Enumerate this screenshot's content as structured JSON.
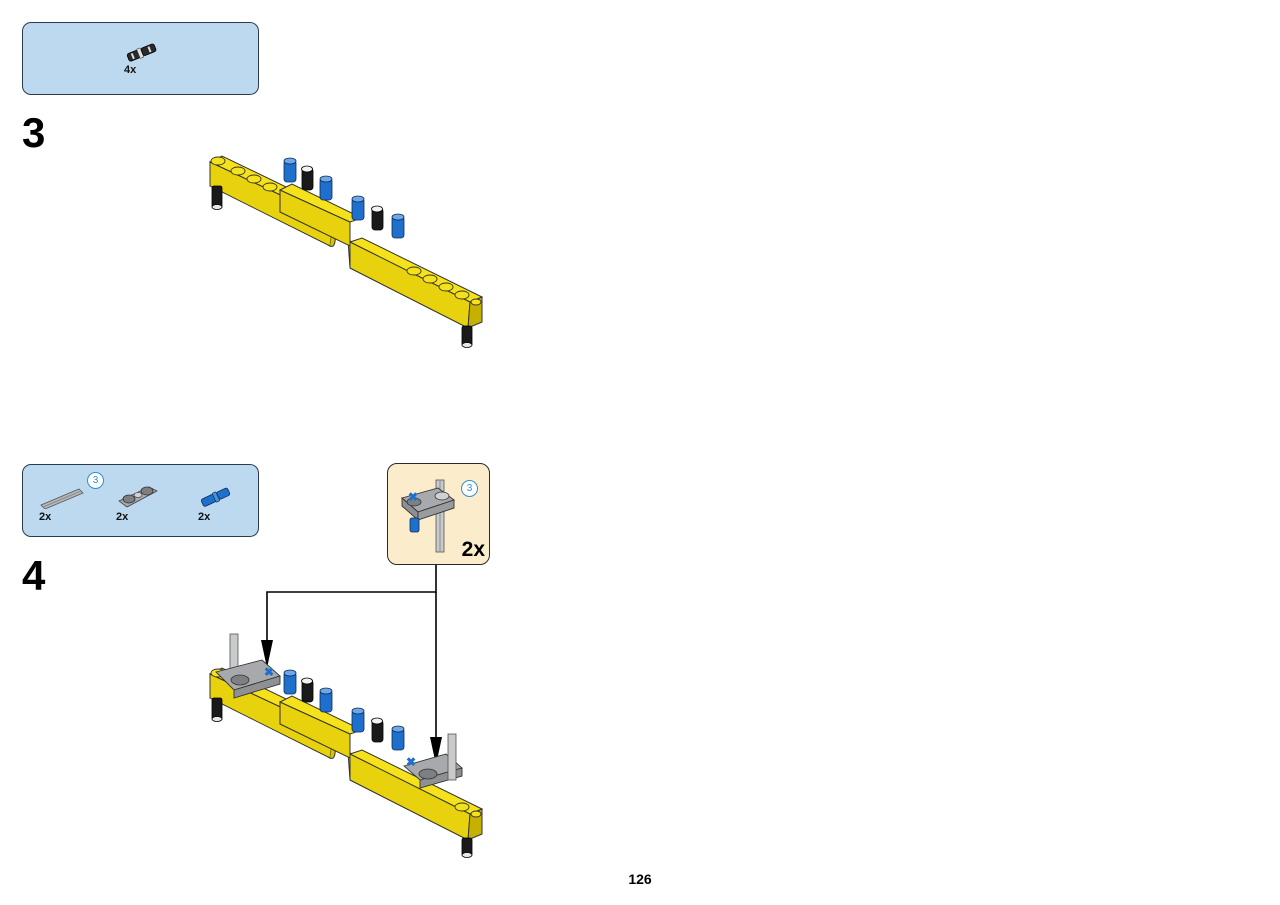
{
  "step3": {
    "number": "3",
    "parts": [
      {
        "icon": "black-pin-icon",
        "quantity": "4x"
      }
    ]
  },
  "step4": {
    "number": "4",
    "parts": [
      {
        "icon": "gray-axle-icon",
        "quantity": "2x",
        "length_badge": "3"
      },
      {
        "icon": "gray-double-connector-icon",
        "quantity": "2x"
      },
      {
        "icon": "blue-pin-icon",
        "quantity": "2x"
      }
    ],
    "callout": {
      "quantity": "2x",
      "length_badge": "3"
    }
  },
  "page_number": "126",
  "colors": {
    "parts_box": "#bcd9f0",
    "callout_box": "#fbedcc",
    "beam_yellow": "#f6e21a",
    "pin_blue": "#1f6fcc",
    "pin_black": "#1a1a1a",
    "connector_gray": "#a7a9ac",
    "badge_blue": "#2d8fd8"
  }
}
